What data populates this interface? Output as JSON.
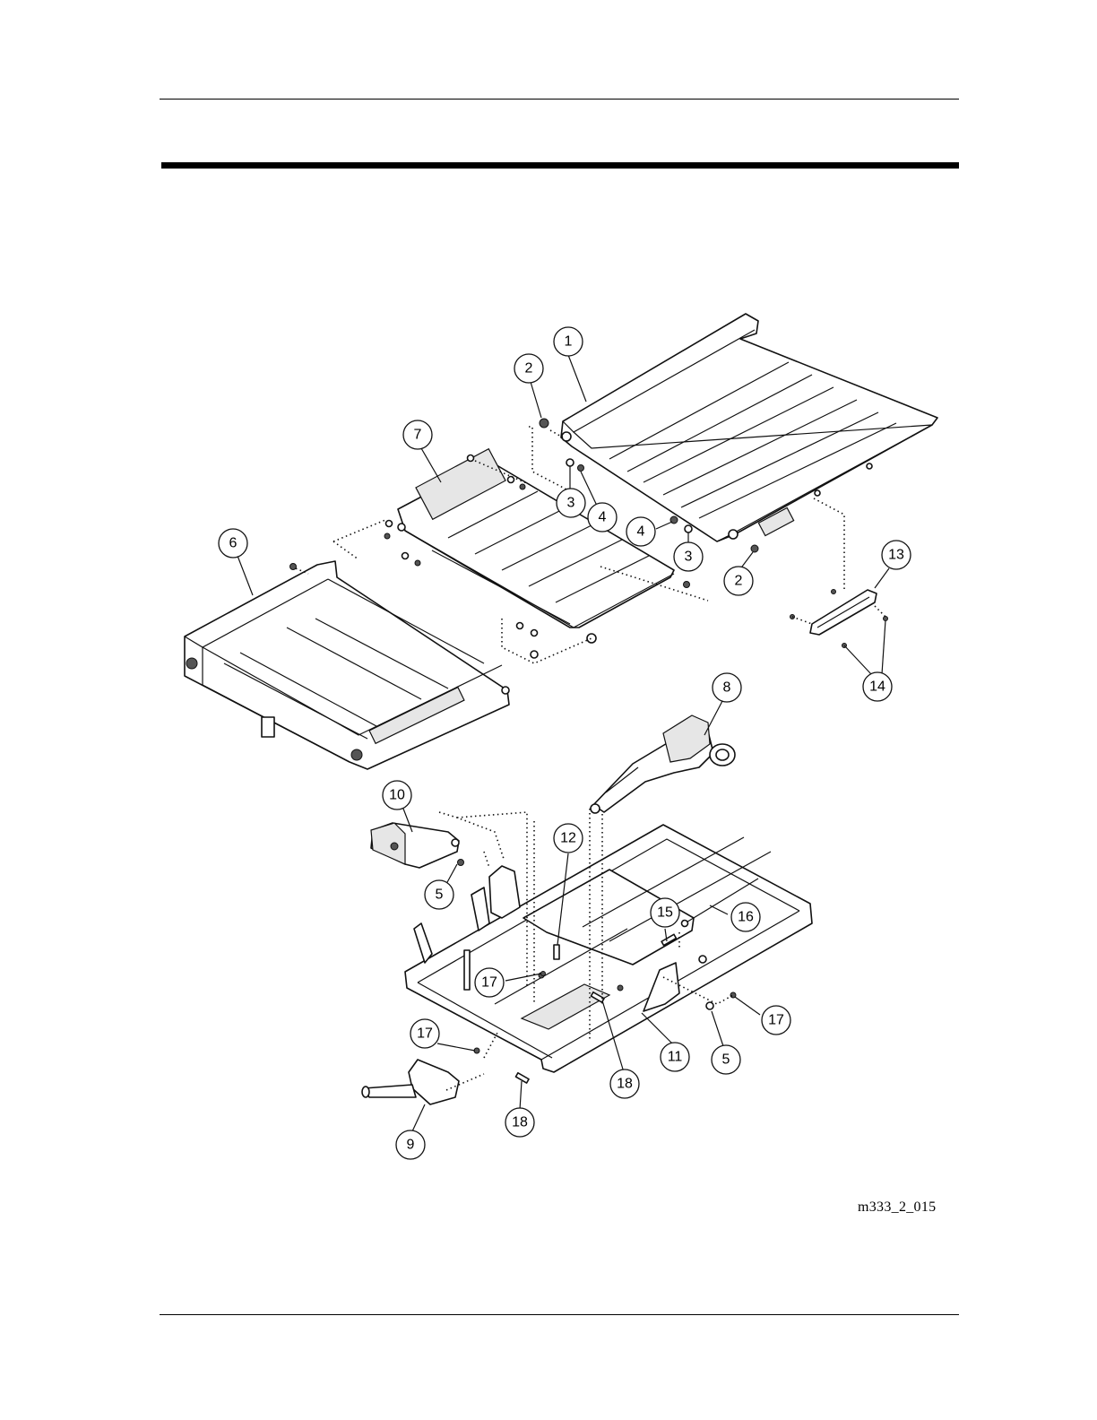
{
  "figure": {
    "id_label": "m333_2_015"
  },
  "callouts": {
    "c1": "1",
    "c2a": "2",
    "c2b": "2",
    "c3a": "3",
    "c3b": "3",
    "c4a": "4",
    "c4b": "4",
    "c5a": "5",
    "c5b": "5",
    "c6": "6",
    "c7": "7",
    "c8": "8",
    "c9": "9",
    "c10": "10",
    "c11": "11",
    "c12": "12",
    "c13": "13",
    "c14": "14",
    "c15": "15",
    "c16": "16",
    "c17a": "17",
    "c17b": "17",
    "c17c": "17",
    "c18a": "18",
    "c18b": "18"
  }
}
